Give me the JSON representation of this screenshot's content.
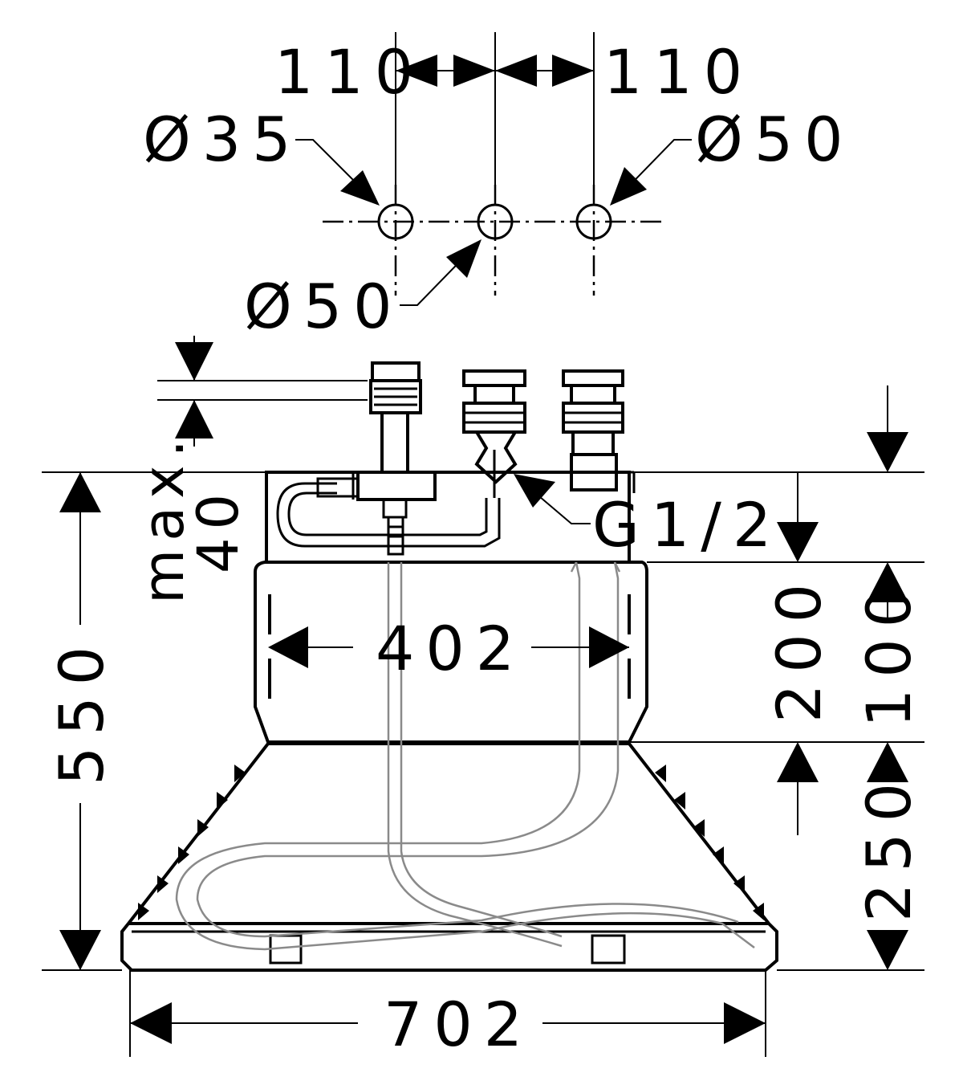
{
  "drawing": {
    "dim_spacing_left": "110",
    "dim_spacing_right": "110",
    "dia_left": "Ø35",
    "dia_right": "Ø50",
    "dia_center": "Ø50",
    "dim_max": "max.",
    "dim_max_value": "40",
    "thread": "G1/2",
    "dim_inner_width": "402",
    "dim_overall_width": "702",
    "dim_total_height": "550",
    "dim_upper_height": "200",
    "dim_upper_part": "100",
    "dim_lower_part": "250"
  }
}
